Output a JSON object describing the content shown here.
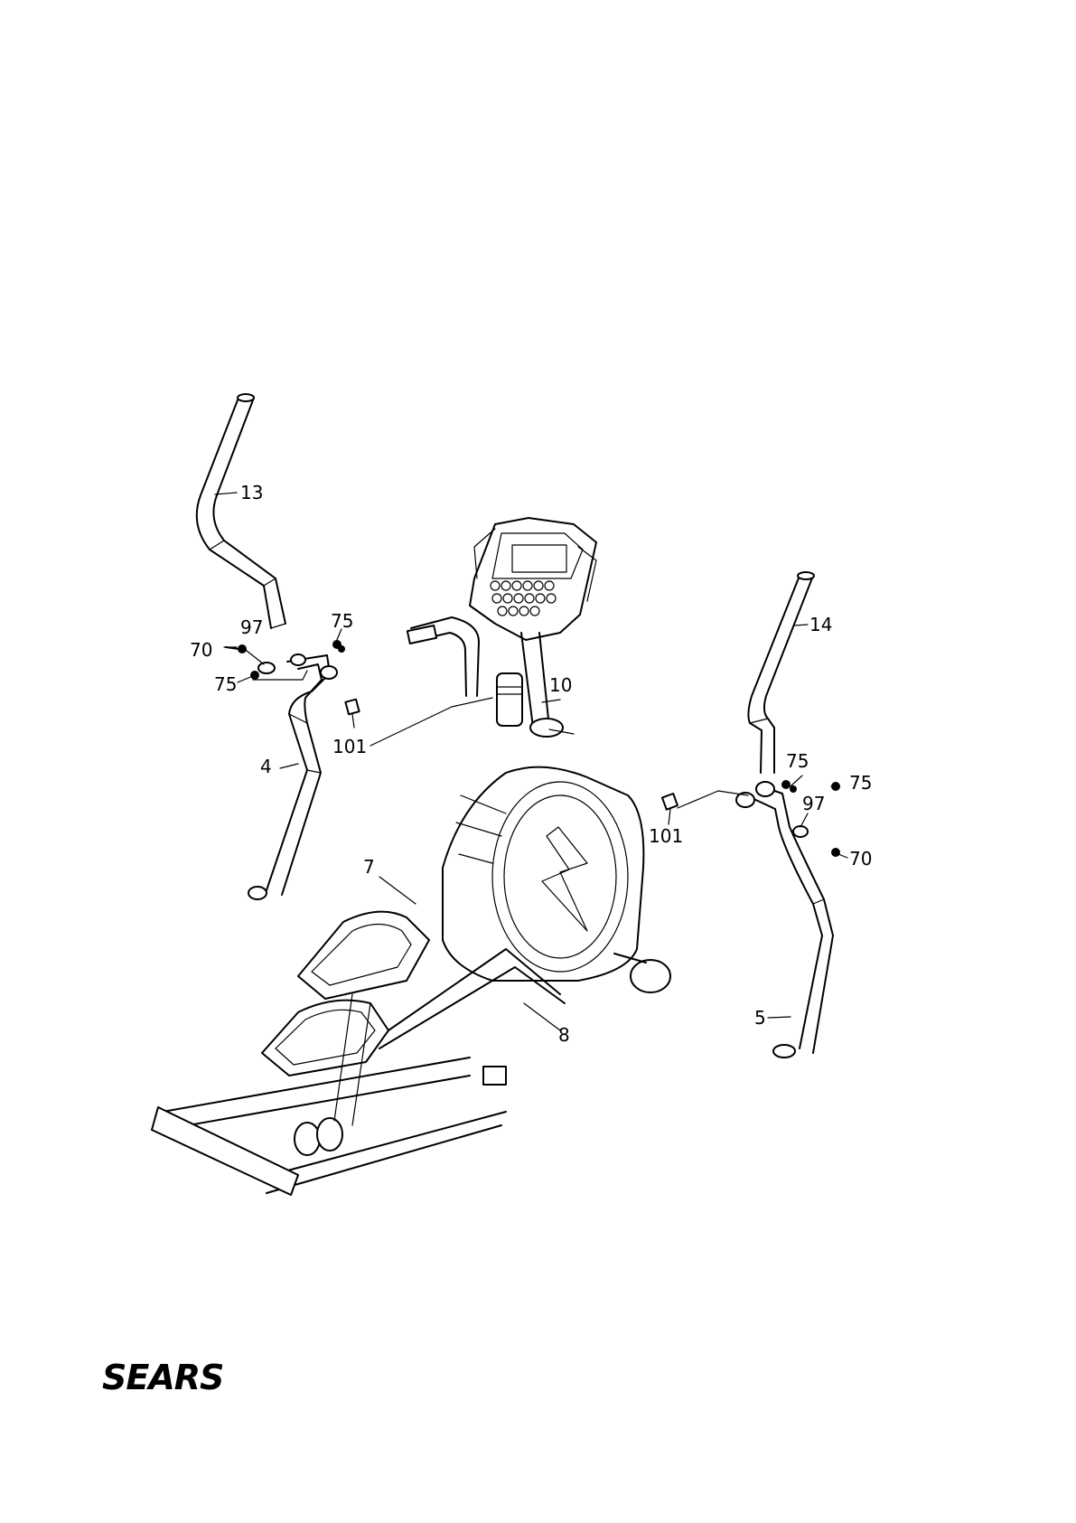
{
  "labels": [
    {
      "id": "13",
      "text": "13"
    },
    {
      "id": "14",
      "text": "14"
    },
    {
      "id": "97a",
      "text": "97"
    },
    {
      "id": "75a",
      "text": "75"
    },
    {
      "id": "70a",
      "text": "70"
    },
    {
      "id": "75b",
      "text": "75"
    },
    {
      "id": "10",
      "text": "10"
    },
    {
      "id": "101a",
      "text": "101"
    },
    {
      "id": "4",
      "text": "4"
    },
    {
      "id": "75c",
      "text": "75"
    },
    {
      "id": "75d",
      "text": "75"
    },
    {
      "id": "97b",
      "text": "97"
    },
    {
      "id": "101b",
      "text": "101"
    },
    {
      "id": "70b",
      "text": "70"
    },
    {
      "id": "7",
      "text": "7"
    },
    {
      "id": "8",
      "text": "8"
    },
    {
      "id": "5",
      "text": "5"
    }
  ],
  "brand": {
    "logo": "SEARS"
  }
}
